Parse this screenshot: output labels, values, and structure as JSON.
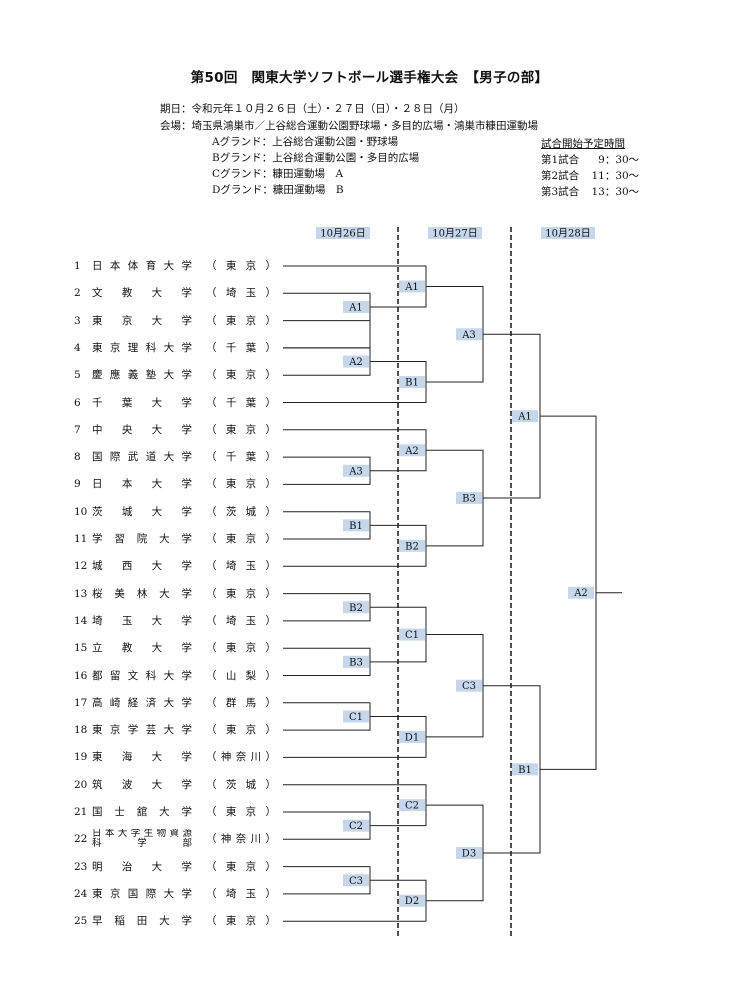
{
  "title": "第50回　関東大学ソフトボール選手権大会　【男子の部】",
  "info": {
    "date_label": "期日：",
    "date_value": "令和元年１０月２６日（土）・２７日（日）・２８日（月）",
    "venue_label": "会場：",
    "venue_value": "埼玉県鴻巣市／上谷総合運動公園野球場・多目的広場・鴻巣市糠田運動場",
    "grounds": [
      {
        "label": "Aグランド：",
        "value": "上谷総合運動公園・野球場"
      },
      {
        "label": "Bグランド：",
        "value": "上谷総合運動公園・多目的広場"
      },
      {
        "label": "Cグランド：",
        "value": "糠田運動場　A"
      },
      {
        "label": "Dグランド：",
        "value": "糠田運動場　B"
      }
    ]
  },
  "schedule": {
    "heading": "試合開始予定時間",
    "games": [
      {
        "label": "第1試合",
        "time": "9：30〜"
      },
      {
        "label": "第2試合",
        "time": "11：30〜"
      },
      {
        "label": "第3試合",
        "time": "13：30〜"
      }
    ]
  },
  "day_headers": [
    "10月26日",
    "10月27日",
    "10月28日"
  ],
  "teams": [
    {
      "num": "1",
      "name": "日本体育大学",
      "pref": "（東京）"
    },
    {
      "num": "2",
      "name": "文教大学",
      "pref": "（埼玉）"
    },
    {
      "num": "3",
      "name": "東京大学",
      "pref": "（東京）"
    },
    {
      "num": "4",
      "name": "東京理科大学",
      "pref": "（千葉）"
    },
    {
      "num": "5",
      "name": "慶應義塾大学",
      "pref": "（東京）"
    },
    {
      "num": "6",
      "name": "千葉大学",
      "pref": "（千葉）"
    },
    {
      "num": "7",
      "name": "中央大学",
      "pref": "（東京）"
    },
    {
      "num": "8",
      "name": "国際武道大学",
      "pref": "（千葉）"
    },
    {
      "num": "9",
      "name": "日本大学",
      "pref": "（東京）"
    },
    {
      "num": "10",
      "name": "茨城大学",
      "pref": "（茨城）"
    },
    {
      "num": "11",
      "name": "学習院大学",
      "pref": "（東京）"
    },
    {
      "num": "12",
      "name": "城西大学",
      "pref": "（埼玉）"
    },
    {
      "num": "13",
      "name": "桜美林大学",
      "pref": "（東京）"
    },
    {
      "num": "14",
      "name": "埼玉大学",
      "pref": "（埼玉）"
    },
    {
      "num": "15",
      "name": "立教大学",
      "pref": "（東京）"
    },
    {
      "num": "16",
      "name": "都留文科大学",
      "pref": "（山梨）"
    },
    {
      "num": "17",
      "name": "高崎経済大学",
      "pref": "（群馬）"
    },
    {
      "num": "18",
      "name": "東京学芸大学",
      "pref": "（東京）"
    },
    {
      "num": "19",
      "name": "東海大学",
      "pref": "（神奈川）"
    },
    {
      "num": "20",
      "name": "筑波大学",
      "pref": "（茨城）"
    },
    {
      "num": "21",
      "name": "国士舘大学",
      "pref": "（東京）"
    },
    {
      "num": "22",
      "name_line1": "日本大学生物資源",
      "name_line2": "科学部",
      "pref": "（神奈川）"
    },
    {
      "num": "23",
      "name": "明治大学",
      "pref": "（東京）"
    },
    {
      "num": "24",
      "name": "東京国際大学",
      "pref": "（埼玉）"
    },
    {
      "num": "25",
      "name": "早稲田大学",
      "pref": "（東京）"
    }
  ],
  "match_labels": {
    "r0": "A1",
    "r1": [
      "A2",
      "A3",
      "B1",
      "B2",
      "B3",
      "C1",
      "C2",
      "C3"
    ],
    "r2": [
      "A1",
      "B1",
      "A2",
      "B2",
      "C1",
      "D1",
      "C2",
      "D2"
    ],
    "r3": [
      "A3",
      "B3",
      "C3",
      "D3"
    ],
    "r4": [
      "A1",
      "B1"
    ],
    "final": "A2"
  },
  "colors": {
    "label_fill": "#c6d7ec",
    "header_fill": "#c6d7ec",
    "line": "#222222"
  }
}
